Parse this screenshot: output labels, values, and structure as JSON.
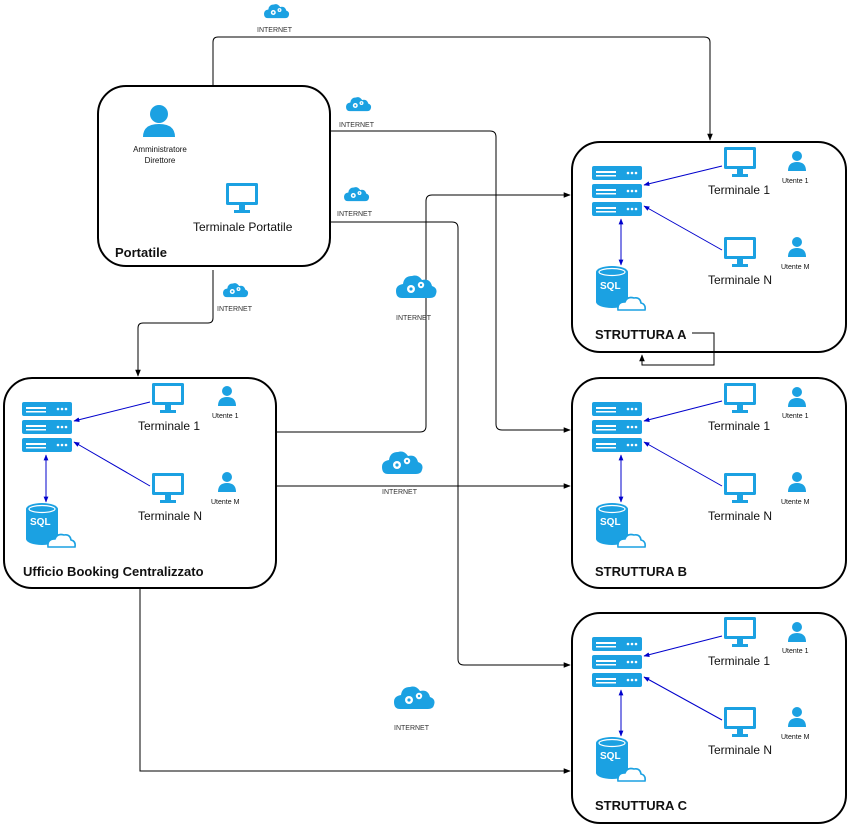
{
  "portatile": {
    "title": "Portatile",
    "admin_line1": "Amministratore",
    "admin_line2": "Direttore",
    "terminal": "Terminale Portatile"
  },
  "booking": {
    "title": "Ufficio Booking Centralizzato",
    "terminal1": "Terminale 1",
    "terminalN": "Terminale N",
    "user1": "Utente 1",
    "userM": "Utente M",
    "db": "SQL"
  },
  "struttura_a": {
    "title": "STRUTTURA A",
    "terminal1": "Terminale 1",
    "terminalN": "Terminale N",
    "user1": "Utente 1",
    "userM": "Utente M",
    "db": "SQL"
  },
  "struttura_b": {
    "title": "STRUTTURA B",
    "terminal1": "Terminale 1",
    "terminalN": "Terminale N",
    "user1": "Utente 1",
    "userM": "Utente M",
    "db": "SQL"
  },
  "struttura_c": {
    "title": "STRUTTURA C",
    "terminal1": "Terminale 1",
    "terminalN": "Terminale N",
    "user1": "Utente 1",
    "userM": "Utente M",
    "db": "SQL"
  },
  "internet_label": "INTERNET",
  "colors": {
    "icon": "#1ba1e2",
    "arrow_blue": "#0000cc",
    "line": "#000000"
  }
}
